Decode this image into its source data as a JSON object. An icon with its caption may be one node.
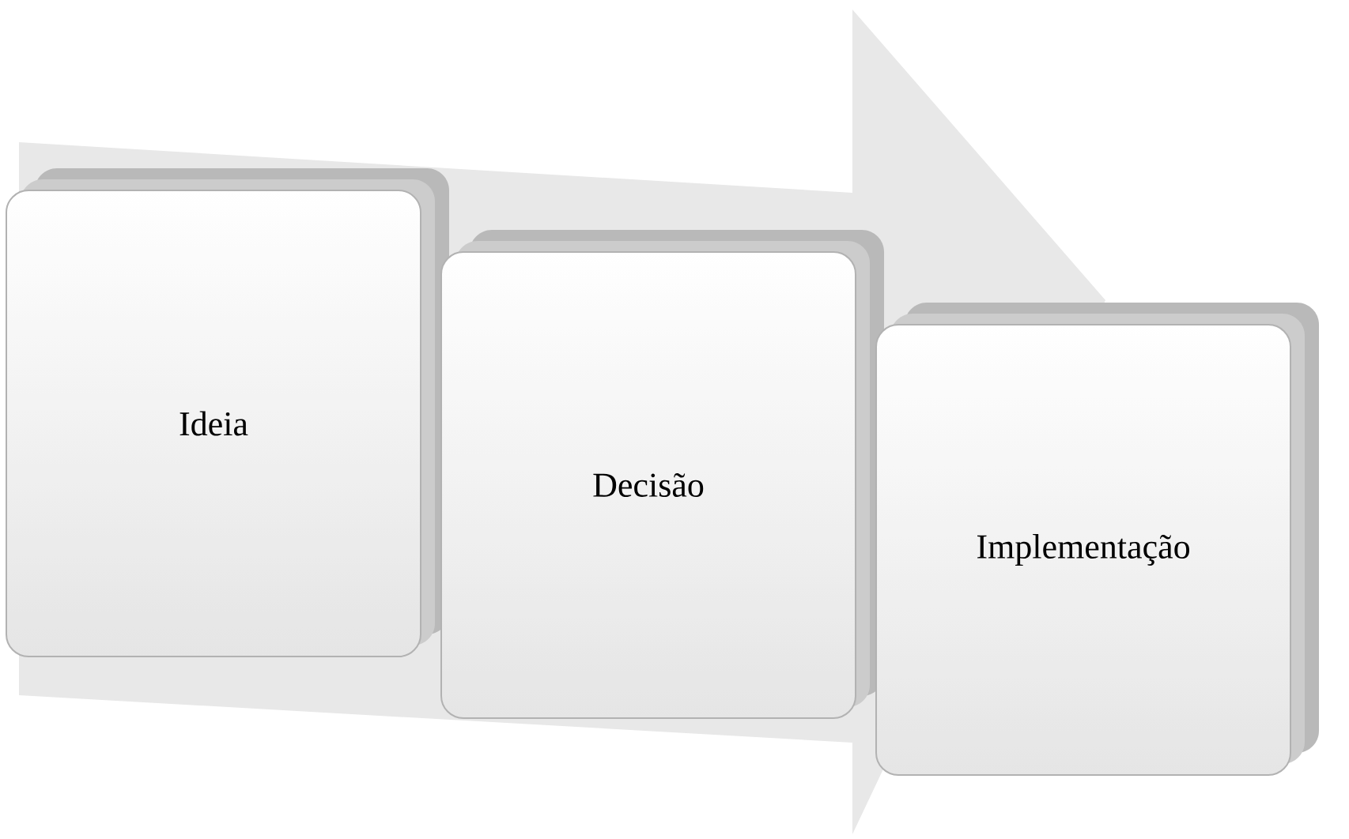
{
  "diagram": {
    "nodes": [
      {
        "text": [
          "Ideia"
        ]
      },
      {
        "text": [
          "Decisão"
        ]
      },
      {
        "text": [
          "Implementação"
        ]
      }
    ],
    "edges": [
      {
        "from": 0,
        "to": 2,
        "arrow": "to"
      }
    ]
  }
}
